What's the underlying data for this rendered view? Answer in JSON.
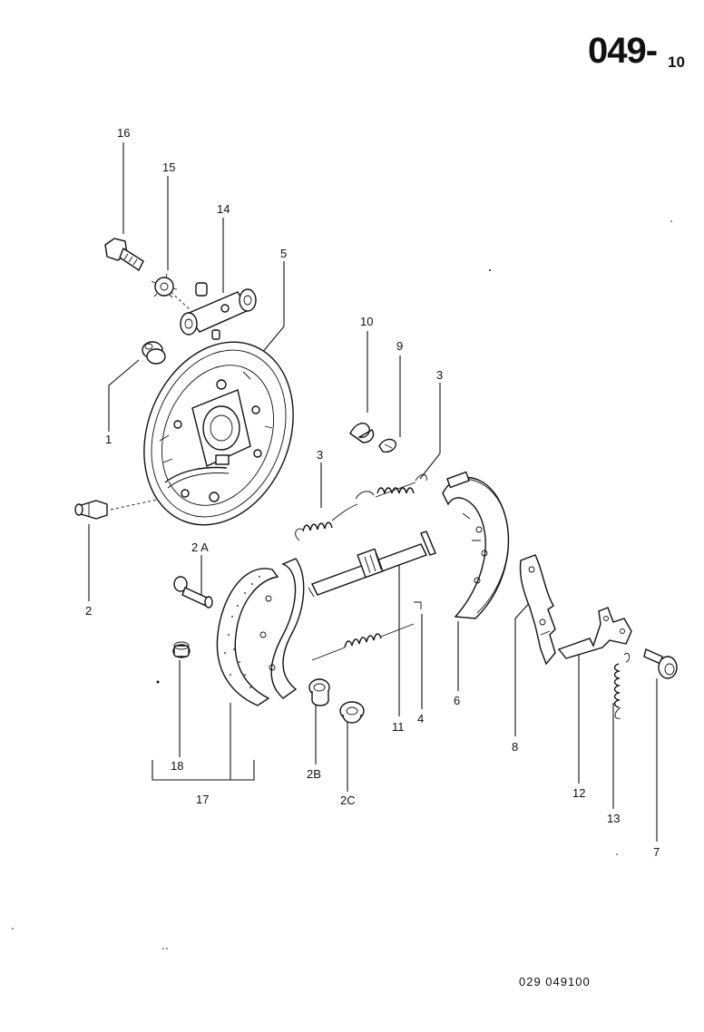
{
  "header": {
    "page_number": "049",
    "page_separator": "-",
    "page_sub": "10"
  },
  "footer": {
    "reference": "029  049100"
  },
  "callouts": {
    "c16": "16",
    "c15": "15",
    "c14": "14",
    "c5": "5",
    "c1": "1",
    "c2": "2",
    "c10": "10",
    "c9": "9",
    "c3a": "3",
    "c3b": "3",
    "c2A": "2 A",
    "c18": "18",
    "c17": "17",
    "c2B": "2B",
    "c2C": "2C",
    "c11": "11",
    "c4": "4",
    "c6": "6",
    "c8": "8",
    "c12": "12",
    "c13": "13",
    "c7": "7"
  }
}
